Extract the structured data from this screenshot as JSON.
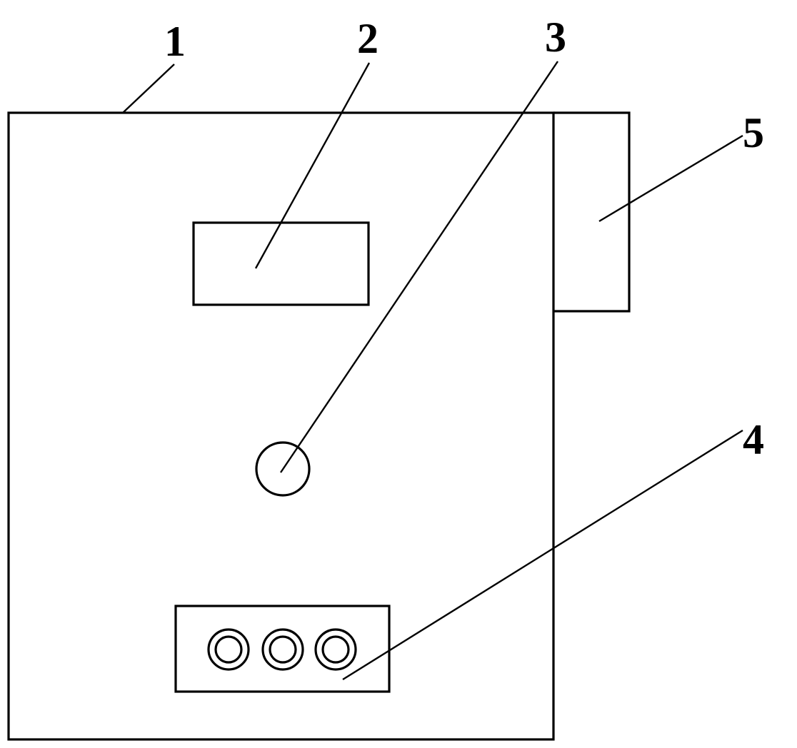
{
  "labels": {
    "housing": "1",
    "display": "2",
    "indicator": "3",
    "socket_panel": "4",
    "side_module": "5"
  },
  "colors": {
    "line": "#000000",
    "background": "#ffffff"
  }
}
